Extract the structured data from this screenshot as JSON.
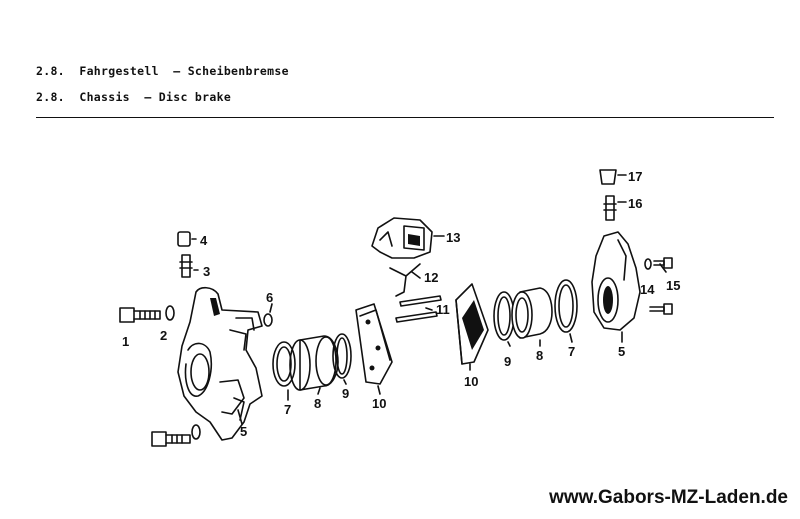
{
  "header": {
    "title_de": "2.8.  Fahrgestell  – Scheibenbremse",
    "title_en": "2.8.  Chassis  – Disc brake"
  },
  "watermark": "www.Gabors-MZ-Laden.de",
  "callouts": [
    "1",
    "2",
    "3",
    "4",
    "5",
    "5",
    "6",
    "7",
    "7",
    "8",
    "8",
    "9",
    "9",
    "10",
    "10",
    "11",
    "12",
    "13",
    "14",
    "15",
    "16",
    "17"
  ]
}
